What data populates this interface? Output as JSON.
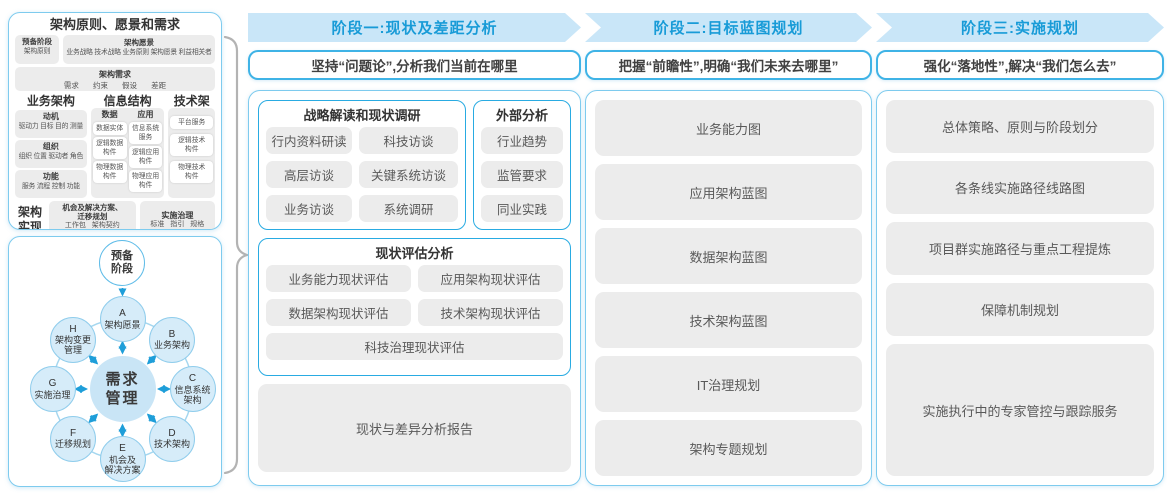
{
  "colors": {
    "band_bg": "#c9e6f8",
    "band_text": "#189bd7",
    "blue_border": "#29abe2",
    "panel_border": "#7ecbee",
    "grey_box": "#ececec",
    "box_text": "#595959",
    "node_fill": "#d6ecf9",
    "node_border": "#90cdec",
    "arrow_blue": "#1e9ed9",
    "brace_grey": "#b3b3b3"
  },
  "left": {
    "top_panel": {
      "title": "架构原则、愿景和需求",
      "prep": {
        "line1": "预备阶段",
        "line2": "架构原则"
      },
      "vision": {
        "title": "架构愿景",
        "line": "业务战略 技术战略 业务原则 架构愿景 利益相关者"
      },
      "requirement": {
        "title": "架构需求",
        "line": "需求 约束 假设 差距"
      },
      "business": {
        "title": "业务架构",
        "boxes": [
          {
            "title": "动机",
            "line": "驱动力 目标 目的 测量"
          },
          {
            "title": "组织",
            "line": "组织 位置 驱动者 角色"
          },
          {
            "title": "功能",
            "line": "服务 流程 控制 功能"
          }
        ]
      },
      "information": {
        "title": "信息结构",
        "data_label": "数据",
        "app_label": "应用",
        "data_items": [
          "数据实体",
          "逻辑数据\n构件",
          "物理数据\n构件"
        ],
        "app_items": [
          "信息系统\n服务",
          "逻辑应用\n构件",
          "物理应用\n构件"
        ]
      },
      "technology": {
        "title": "技术架构",
        "items": [
          "平台服务",
          "逻辑技术\n构件",
          "物理技术\n构件"
        ]
      },
      "realization": {
        "label": "架构\n实现",
        "box1_title": "机会及解决方案、\n迁移规划",
        "box1_line": "工作包 架构契约",
        "box2_title": "实施治理",
        "box2_line": "标准 指引 规格"
      }
    },
    "adm": {
      "prep_label": "预备\n阶段",
      "center_label": "需求\n管理",
      "nodes": [
        {
          "letter": "A",
          "name": "架构愿景"
        },
        {
          "letter": "B",
          "name": "业务架构"
        },
        {
          "letter": "C",
          "name": "信息系统\n架构"
        },
        {
          "letter": "D",
          "name": "技术架构"
        },
        {
          "letter": "E",
          "name": "机会及\n解决方案"
        },
        {
          "letter": "F",
          "name": "迁移规划"
        },
        {
          "letter": "G",
          "name": "实施治理"
        },
        {
          "letter": "H",
          "name": "架构变更\n管理"
        }
      ]
    }
  },
  "phases": [
    {
      "header": "阶段一:现状及差距分析",
      "subtitle": "坚持“问题论”,分析我们当前在哪里",
      "survey": {
        "title": "战略解读和现状调研",
        "items": [
          "行内资料研读",
          "科技访谈",
          "高层访谈",
          "关键系统访谈",
          "业务访谈",
          "系统调研"
        ]
      },
      "external": {
        "title": "外部分析",
        "items": [
          "行业趋势",
          "监管要求",
          "同业实践"
        ]
      },
      "assessment": {
        "title": "现状评估分析",
        "items": [
          "业务能力现状评估",
          "应用架构现状评估",
          "数据架构现状评估",
          "技术架构现状评估",
          "科技治理现状评估"
        ]
      },
      "report": "现状与差异分析报告"
    },
    {
      "header": "阶段二:目标蓝图规划",
      "subtitle": "把握“前瞻性”,明确“我们未来去哪里”",
      "items": [
        "业务能力图",
        "应用架构蓝图",
        "数据架构蓝图",
        "技术架构蓝图",
        "IT治理规划",
        "架构专题规划"
      ]
    },
    {
      "header": "阶段三:实施规划",
      "subtitle": "强化“落地性”,解决“我们怎么去”",
      "items": [
        "总体策略、原则与阶段划分",
        "各条线实施路径线路图",
        "项目群实施路径与重点工程提炼",
        "保障机制规划",
        "实施执行中的专家管控与跟踪服务"
      ]
    }
  ]
}
